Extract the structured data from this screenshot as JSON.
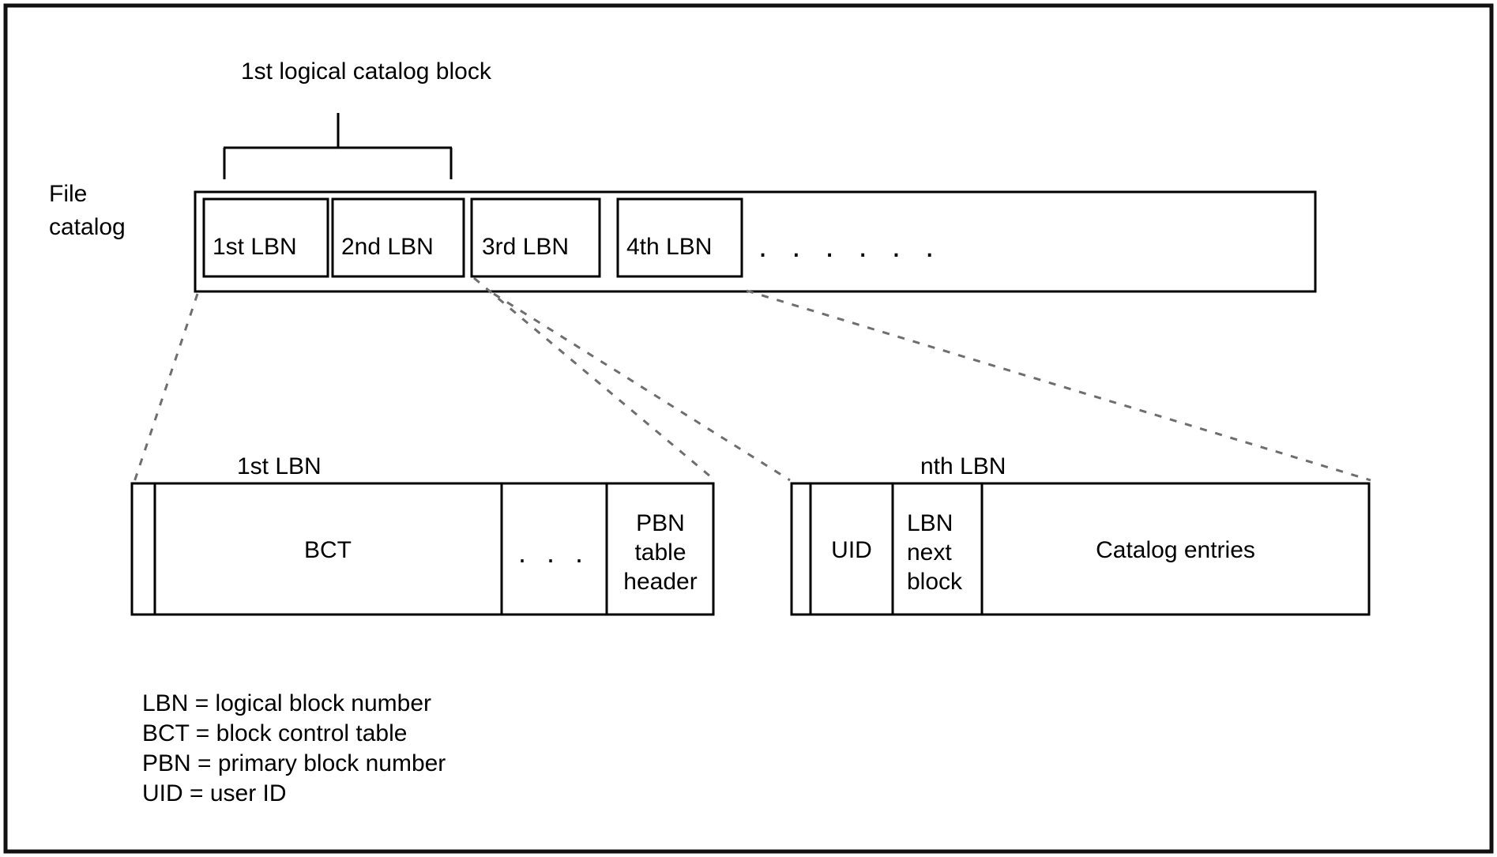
{
  "figure": {
    "title_caption": "1st logical catalog block",
    "catalog_label_line1": "File",
    "catalog_label_line2": "catalog",
    "ellipsis_inline": ". . . . . .",
    "ellipsis_cell": ". . ."
  },
  "catalog_row": {
    "cells": [
      {
        "label": "1st LBN"
      },
      {
        "label": "2nd LBN"
      },
      {
        "label": "3rd LBN"
      },
      {
        "label": "4th LBN"
      }
    ]
  },
  "first_lbn_block": {
    "caption": "1st LBN",
    "cells": [
      {
        "label": ""
      },
      {
        "label": "BCT"
      },
      {
        "label": ". . ."
      },
      {
        "label_line1": "PBN",
        "label_line2": "table",
        "label_line3": "header"
      }
    ]
  },
  "nth_lbn_block": {
    "caption": "nth LBN",
    "cells": [
      {
        "label": ""
      },
      {
        "label": "UID"
      },
      {
        "label_line1": "LBN",
        "label_line2": "next",
        "label_line3": "block"
      },
      {
        "label": "Catalog entries"
      }
    ]
  },
  "legend": {
    "entries": [
      {
        "term": "LBN",
        "eq": "=",
        "definition": "logical block number"
      },
      {
        "term": "BCT",
        "eq": "=",
        "definition": "block control table"
      },
      {
        "term": "PBN",
        "eq": "=",
        "definition": "primary block number"
      },
      {
        "term": "UID ",
        "eq": "=",
        "definition": "user ID"
      }
    ],
    "line1": "LBN = logical block number",
    "line2": "BCT = block control table",
    "line3": "PBN = primary block number",
    "line4": "UID  = user ID"
  },
  "colors": {
    "stroke": "#000000",
    "leader": "#6e6e6e",
    "background": "#ffffff",
    "frame": "#111111"
  }
}
